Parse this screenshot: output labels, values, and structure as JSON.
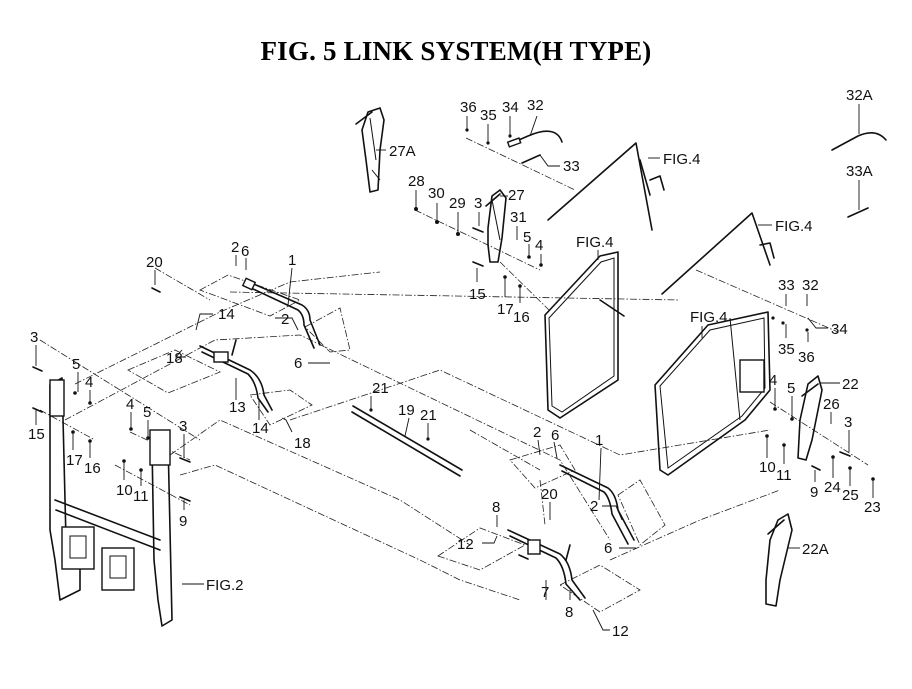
{
  "title": "FIG.  5  LINK SYSTEM(H TYPE)",
  "callouts": [
    {
      "id": "c-36",
      "text": "36"
    },
    {
      "id": "c-35",
      "text": "35"
    },
    {
      "id": "c-34a",
      "text": "34"
    },
    {
      "id": "c-32a",
      "text": "32"
    },
    {
      "id": "c-33a",
      "text": "33"
    },
    {
      "id": "c-27A",
      "text": "27A"
    },
    {
      "id": "c-28",
      "text": "28"
    },
    {
      "id": "c-30",
      "text": "30"
    },
    {
      "id": "c-29",
      "text": "29"
    },
    {
      "id": "c-3a",
      "text": "3"
    },
    {
      "id": "c-27",
      "text": "27"
    },
    {
      "id": "c-31",
      "text": "31"
    },
    {
      "id": "c-5a",
      "text": "5"
    },
    {
      "id": "c-4a",
      "text": "4"
    },
    {
      "id": "c-15a",
      "text": "15"
    },
    {
      "id": "c-17a",
      "text": "17"
    },
    {
      "id": "c-16a",
      "text": "16"
    },
    {
      "id": "c-fig4a",
      "text": "FIG.4"
    },
    {
      "id": "c-fig4b",
      "text": "FIG.4"
    },
    {
      "id": "c-fig4c",
      "text": "FIG.4"
    },
    {
      "id": "c-fig4d",
      "text": "FIG.4"
    },
    {
      "id": "c-32A",
      "text": "32A"
    },
    {
      "id": "c-33A",
      "text": "33A"
    },
    {
      "id": "c-33b",
      "text": "33"
    },
    {
      "id": "c-32b",
      "text": "32"
    },
    {
      "id": "c-34b",
      "text": "34"
    },
    {
      "id": "c-35b",
      "text": "35"
    },
    {
      "id": "c-36b",
      "text": "36"
    },
    {
      "id": "c-20a",
      "text": "20"
    },
    {
      "id": "c-2a",
      "text": "2"
    },
    {
      "id": "c-6a",
      "text": "6"
    },
    {
      "id": "c-1a",
      "text": "1"
    },
    {
      "id": "c-2b",
      "text": "2"
    },
    {
      "id": "c-6b",
      "text": "6"
    },
    {
      "id": "c-14a",
      "text": "14"
    },
    {
      "id": "c-18a",
      "text": "18"
    },
    {
      "id": "c-13",
      "text": "13"
    },
    {
      "id": "c-14b",
      "text": "14"
    },
    {
      "id": "c-18b",
      "text": "18"
    },
    {
      "id": "c-3b",
      "text": "3"
    },
    {
      "id": "c-5b",
      "text": "5"
    },
    {
      "id": "c-4b",
      "text": "4"
    },
    {
      "id": "c-15b",
      "text": "15"
    },
    {
      "id": "c-17b",
      "text": "17"
    },
    {
      "id": "c-16b",
      "text": "16"
    },
    {
      "id": "c-4c",
      "text": "4"
    },
    {
      "id": "c-5c",
      "text": "5"
    },
    {
      "id": "c-3c",
      "text": "3"
    },
    {
      "id": "c-10a",
      "text": "10"
    },
    {
      "id": "c-11a",
      "text": "11"
    },
    {
      "id": "c-9a",
      "text": "9"
    },
    {
      "id": "c-fig2",
      "text": "FIG.2"
    },
    {
      "id": "c-21a",
      "text": "21"
    },
    {
      "id": "c-19",
      "text": "19"
    },
    {
      "id": "c-21b",
      "text": "21"
    },
    {
      "id": "c-2c",
      "text": "2"
    },
    {
      "id": "c-6c",
      "text": "6"
    },
    {
      "id": "c-1b",
      "text": "1"
    },
    {
      "id": "c-20b",
      "text": "20"
    },
    {
      "id": "c-2d",
      "text": "2"
    },
    {
      "id": "c-6d",
      "text": "6"
    },
    {
      "id": "c-8a",
      "text": "8"
    },
    {
      "id": "c-12a",
      "text": "12"
    },
    {
      "id": "c-7",
      "text": "7"
    },
    {
      "id": "c-8b",
      "text": "8"
    },
    {
      "id": "c-12b",
      "text": "12"
    },
    {
      "id": "c-4d",
      "text": "4"
    },
    {
      "id": "c-5d",
      "text": "5"
    },
    {
      "id": "c-22",
      "text": "22"
    },
    {
      "id": "c-26",
      "text": "26"
    },
    {
      "id": "c-3d",
      "text": "3"
    },
    {
      "id": "c-10b",
      "text": "10"
    },
    {
      "id": "c-11b",
      "text": "11"
    },
    {
      "id": "c-9b",
      "text": "9"
    },
    {
      "id": "c-24",
      "text": "24"
    },
    {
      "id": "c-25",
      "text": "25"
    },
    {
      "id": "c-23",
      "text": "23"
    },
    {
      "id": "c-22A",
      "text": "22A"
    }
  ]
}
